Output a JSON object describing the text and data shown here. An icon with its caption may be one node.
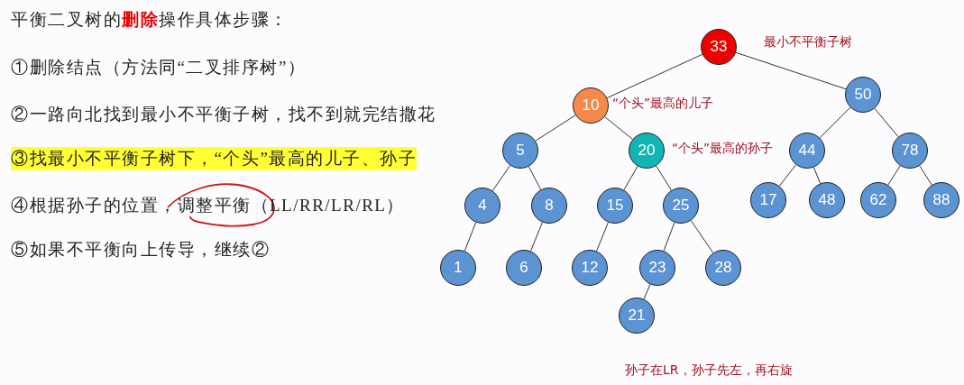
{
  "diagram": {
    "title": "平衡二叉树的**删除**操作具体步骤：",
    "nodes": [
      {
        "text": [
          "33"
        ],
        "beside": [
          "最小不平衡子树"
        ]
      },
      {
        "text": [
          "10"
        ],
        "beside": [
          "“个头”最高的儿子"
        ]
      },
      {
        "text": [
          "50"
        ]
      },
      {
        "text": [
          "5"
        ]
      },
      {
        "text": [
          "20"
        ],
        "beside": [
          "“个头”最高的孙子"
        ]
      },
      {
        "text": [
          "44"
        ]
      },
      {
        "text": [
          "78"
        ]
      },
      {
        "text": [
          "4"
        ]
      },
      {
        "text": [
          "8"
        ]
      },
      {
        "text": [
          "15"
        ]
      },
      {
        "text": [
          "25"
        ]
      },
      {
        "text": [
          "17"
        ]
      },
      {
        "text": [
          "48"
        ]
      },
      {
        "text": [
          "62"
        ]
      },
      {
        "text": [
          "88"
        ]
      },
      {
        "text": [
          "1"
        ]
      },
      {
        "text": [
          "6"
        ]
      },
      {
        "text": [
          "12"
        ]
      },
      {
        "text": [
          "23"
        ]
      },
      {
        "text": [
          "28"
        ]
      },
      {
        "text": [
          "21"
        ]
      }
    ],
    "edges": [
      {
        "from": 0,
        "to": 1,
        "arrow": "none"
      },
      {
        "from": 0,
        "to": 2,
        "arrow": "none"
      },
      {
        "from": 1,
        "to": 3,
        "arrow": "none"
      },
      {
        "from": 1,
        "to": 4,
        "arrow": "none"
      },
      {
        "from": 2,
        "to": 5,
        "arrow": "none"
      },
      {
        "from": 2,
        "to": 6,
        "arrow": "none"
      },
      {
        "from": 3,
        "to": 7,
        "arrow": "none"
      },
      {
        "from": 3,
        "to": 8,
        "arrow": "none"
      },
      {
        "from": 4,
        "to": 9,
        "arrow": "none"
      },
      {
        "from": 4,
        "to": 10,
        "arrow": "none"
      },
      {
        "from": 5,
        "to": 11,
        "arrow": "none"
      },
      {
        "from": 5,
        "to": 12,
        "arrow": "none"
      },
      {
        "from": 6,
        "to": 13,
        "arrow": "none"
      },
      {
        "from": 6,
        "to": 14,
        "arrow": "none"
      },
      {
        "from": 7,
        "to": 15,
        "arrow": "none"
      },
      {
        "from": 8,
        "to": 16,
        "arrow": "none"
      },
      {
        "from": 9,
        "to": 17,
        "arrow": "none"
      },
      {
        "from": 10,
        "to": 18,
        "arrow": "none"
      },
      {
        "from": 10,
        "to": 19,
        "arrow": "none"
      },
      {
        "from": 18,
        "to": 20,
        "arrow": "none"
      }
    ],
    "labels": [
      "①删除结点（方法同“二叉排序树”）",
      "②一路向北找到最小不平衡子树，找不到就完结撒花",
      "③找最小不平衡子树下，“个头”最高的儿子、孙子",
      "④根据孙子的位置，调整平衡（LL/RR/LR/RL）",
      "⑤如果不平衡向上传导，继续②",
      "孙子在LR，孙子先左，再右旋"
    ]
  }
}
